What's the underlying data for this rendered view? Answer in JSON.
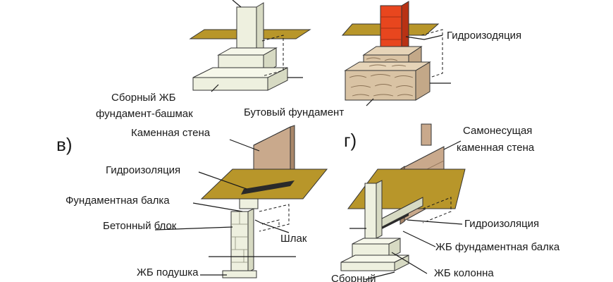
{
  "diagram_a": {
    "label_precast_line1": "Сборный ЖБ",
    "label_precast_line2": "фундамент-башмак"
  },
  "diagram_b": {
    "label_waterproofing": "Гидроизодяция",
    "label_rubble": "Бутовый фундамент"
  },
  "diagram_v": {
    "marker": "в)",
    "label_stone_wall": "Каменная стена",
    "label_waterproofing": "Гидроизоляция",
    "label_beam": "Фундаментная балка",
    "label_block": "Бетонный блок",
    "label_slag": "Шлак",
    "label_pad": "ЖБ подушка"
  },
  "diagram_g": {
    "marker": "г)",
    "label_wall_line1": "Самонесущая",
    "label_wall_line2": "каменная стена",
    "label_waterproofing": "Гидроизоляция",
    "label_beam": "ЖБ фундаментная балка",
    "label_column": "ЖБ колонна",
    "label_precast_partial": "Сборный"
  },
  "colors": {
    "slab": "#b8962a",
    "concrete": "#eef0df",
    "brick": "#e8461e",
    "stone": "#d9c3a4",
    "wall": "#c9a98c",
    "waterproof": "#2a2a2a"
  }
}
